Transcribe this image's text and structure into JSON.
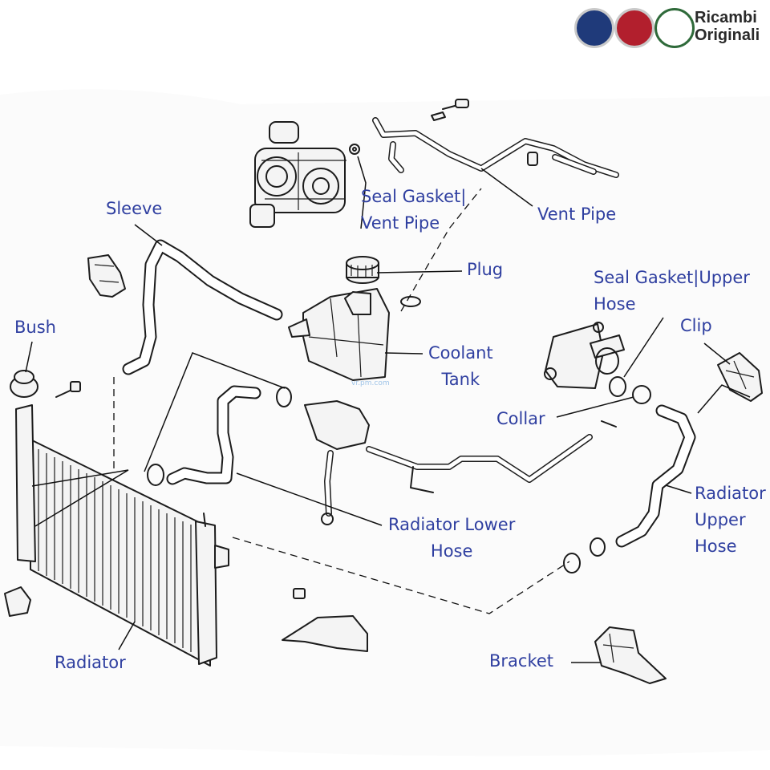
{
  "brand": {
    "line1": "Ricambi",
    "line2": "Originali",
    "logos": [
      "lancia-logo",
      "fiat-logo",
      "alfa-romeo-logo"
    ],
    "colors": {
      "lancia": "#1f3a7a",
      "fiat": "#b21f2d",
      "alfa": "#2f6a3a"
    }
  },
  "watermark": "vr.pm.com",
  "labels": {
    "sleeve": "Sleeve",
    "seal_gasket_vent_pipe": [
      "Seal Gasket|",
      "Vent Pipe"
    ],
    "vent_pipe": "Vent Pipe",
    "plug": "Plug",
    "seal_gasket_upper_hose": [
      "Seal Gasket|Upper",
      "Hose"
    ],
    "clip": "Clip",
    "bush": "Bush",
    "coolant_tank": [
      "Coolant",
      "Tank"
    ],
    "collar": "Collar",
    "radiator_upper_hose": [
      "Radiator",
      "Upper",
      "Hose"
    ],
    "radiator_lower_hose": [
      "Radiator Lower",
      "Hose"
    ],
    "radiator": "Radiator",
    "bracket": "Bracket"
  },
  "colors": {
    "label": "#2f3fa0",
    "line": "#1c1c1c"
  }
}
